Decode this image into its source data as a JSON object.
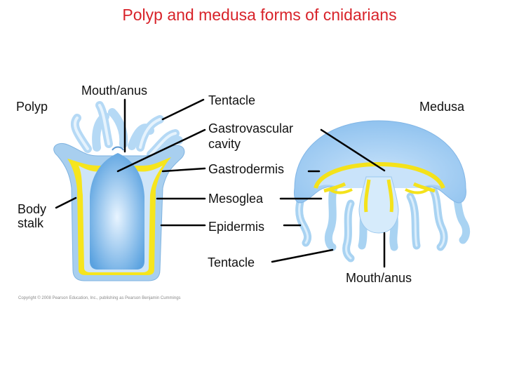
{
  "title": "Polyp and medusa forms of cnidarians",
  "labels": {
    "polyp": "Polyp",
    "mouth_anus_top": "Mouth/anus",
    "tentacle_top": "Tentacle",
    "medusa": "Medusa",
    "gastrovascular_line1": "Gastrovascular",
    "gastrovascular_line2": "cavity",
    "gastrodermis": "Gastrodermis",
    "body_stalk_line1": "Body",
    "body_stalk_line2": "stalk",
    "mesoglea": "Mesoglea",
    "epidermis": "Epidermis",
    "tentacle_bottom": "Tentacle",
    "mouth_anus_bottom": "Mouth/anus"
  },
  "copyright": "Copyright © 2008 Pearson Education, Inc., publishing as Pearson Benjamin Cummings",
  "colors": {
    "title": "#d8232a",
    "epidermis": "#a9cff0",
    "mesoglea": "#f5e61c",
    "gastrovascular_cavity": "#6fb1e8",
    "tentacle": "#a9d3f2",
    "leader_line": "#000000"
  }
}
